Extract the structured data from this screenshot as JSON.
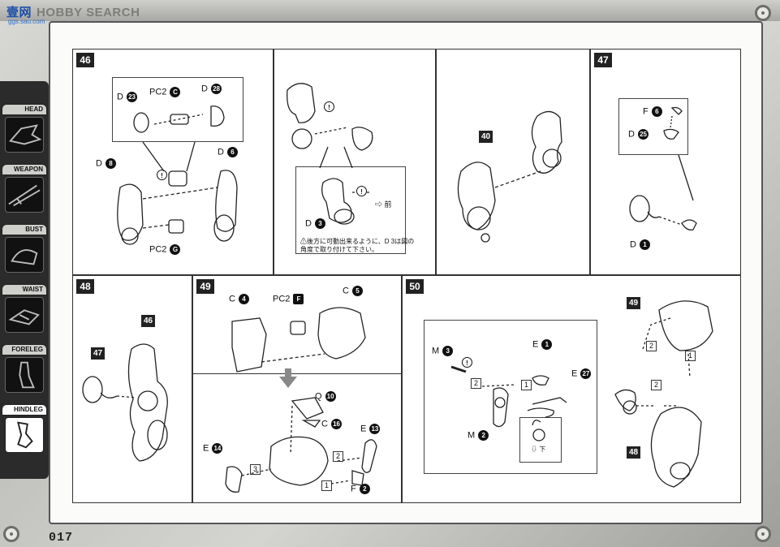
{
  "header": {
    "logo_chinese": "壹网",
    "logo_text": "HOBBY SEARCH",
    "watermark_url": "ggs.sau.com"
  },
  "sidebar": {
    "items": [
      {
        "label": "HEAD",
        "icon": "head-icon"
      },
      {
        "label": "WEAPON",
        "icon": "weapon-icon"
      },
      {
        "label": "BUST",
        "icon": "bust-icon"
      },
      {
        "label": "WAIST",
        "icon": "waist-icon"
      },
      {
        "label": "FORELEG",
        "icon": "foreleg-icon"
      },
      {
        "label": "HINDLEG",
        "icon": "hindleg-icon",
        "active": true
      }
    ]
  },
  "page_number": "017",
  "steps": {
    "s46": {
      "number": "46",
      "d23": "D",
      "d23_n": "23",
      "pc2c": "PC2",
      "pc2c_n": "C",
      "d28": "D",
      "d28_n": "28",
      "d8": "D",
      "d8_n": "8",
      "d6": "D",
      "d6_n": "6",
      "pc2g": "PC2",
      "pc2g_n": "G",
      "warn": "!"
    },
    "s46b": {
      "d3": "D",
      "d3_n": "3",
      "d3b": "D",
      "d3b_n": "3",
      "front": "⇨ 前",
      "note_line1": "⚠後方に可動出来るように、D 3は図の",
      "note_line2": "角度で取り付けて下さい。",
      "warn": "!"
    },
    "s46c": {
      "part": "40"
    },
    "s47": {
      "number": "47",
      "f6": "F",
      "f6_n": "6",
      "d25": "D",
      "d25_n": "25",
      "d1": "D",
      "d1_n": "1"
    },
    "s48": {
      "number": "48",
      "p47": "47",
      "p46": "46"
    },
    "s49": {
      "number": "49",
      "c4": "C",
      "c4_n": "4",
      "pc2f": "PC2",
      "pc2f_n": "F",
      "c5": "C",
      "c5_n": "5",
      "q10": "Q",
      "q10_n": "10",
      "c16": "C",
      "c16_n": "16",
      "e13": "E",
      "e13_n": "13",
      "e14": "E",
      "e14_n": "14",
      "f2": "F",
      "f2_n": "2",
      "seq1": "1",
      "seq2": "2",
      "seq3": "3"
    },
    "s50": {
      "number": "50",
      "m3": "M",
      "m3_n": "3",
      "e1": "E",
      "e1_n": "1",
      "e27": "E",
      "e27_n": "27",
      "m2": "M",
      "m2_n": "2",
      "p49": "49",
      "p48": "48",
      "down": "⇩ 下",
      "seq1": "1",
      "seq2": "2",
      "warn": "!"
    }
  },
  "colors": {
    "ink": "#111111",
    "frame": "#555555",
    "arrow": "#888888"
  }
}
